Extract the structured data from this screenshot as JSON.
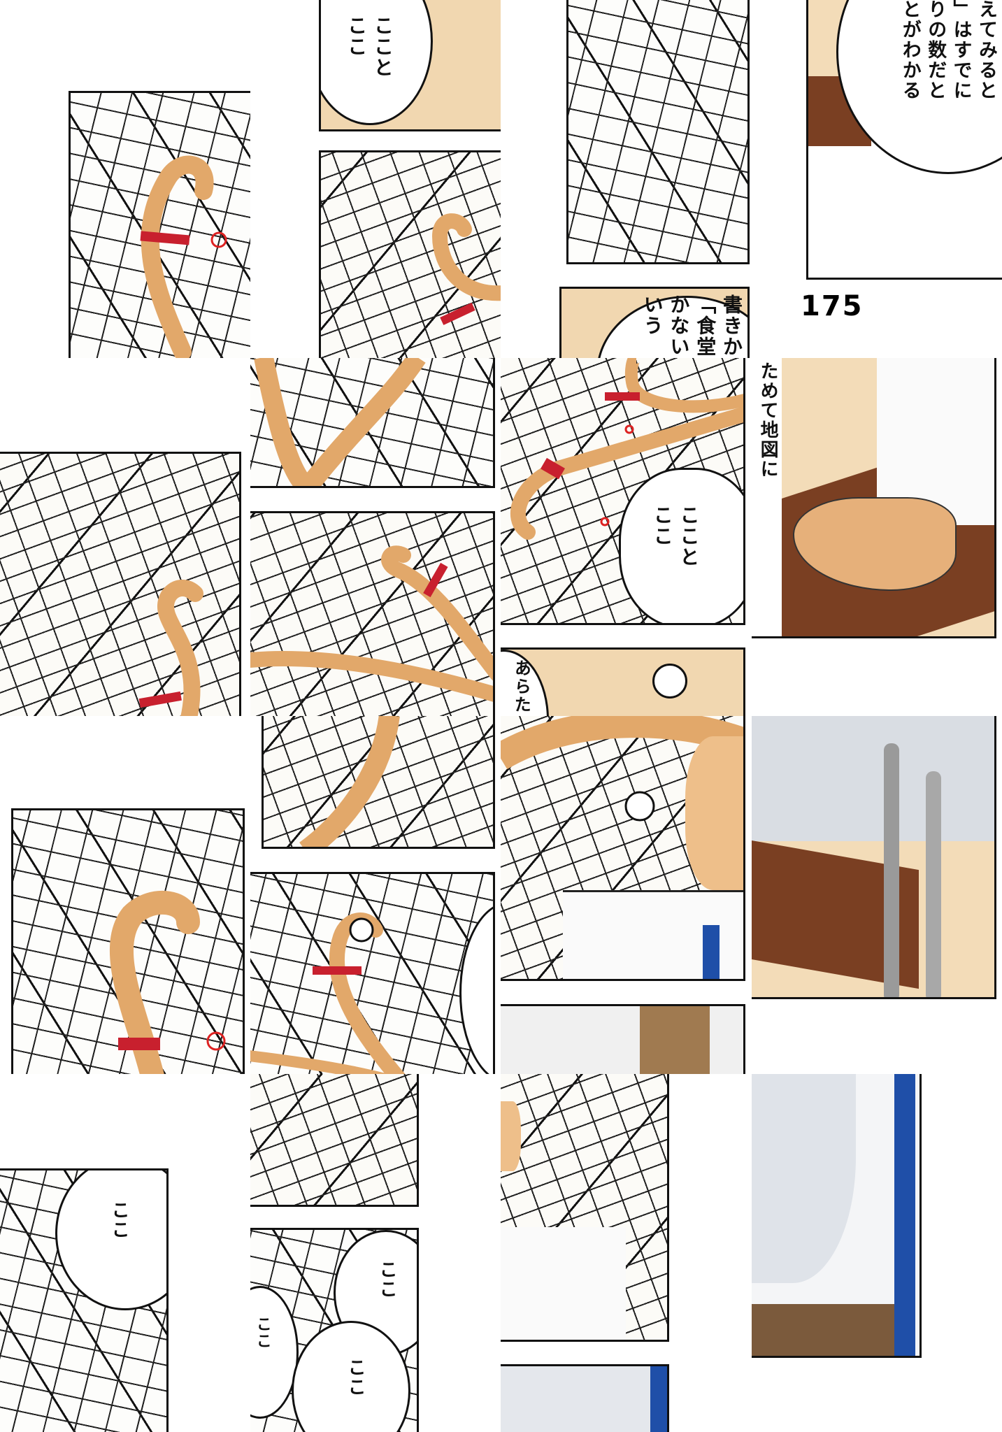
{
  "page_number": "175",
  "speech": {
    "koko_to_koko": [
      "ここと",
      "ここ"
    ],
    "koko_to_koko_2": [
      "ここと",
      "ここ"
    ],
    "narration_top": [
      "えてみると",
      "」はすでに",
      "りの数だと",
      "とがわかる"
    ],
    "narration_mid": [
      "書きか",
      "「食堂",
      "かない",
      "いう"
    ],
    "narration_right": "ためて地図に",
    "arata": "あらた",
    "koko_single": "ここ",
    "koko_a": "ここ",
    "koko_b": "ここ",
    "koko_c": "ここ"
  },
  "colors": {
    "skin": "#e2a86a",
    "pen": "#c8202e",
    "tie": "#1f4fa8",
    "desk": "#7a3f22"
  }
}
